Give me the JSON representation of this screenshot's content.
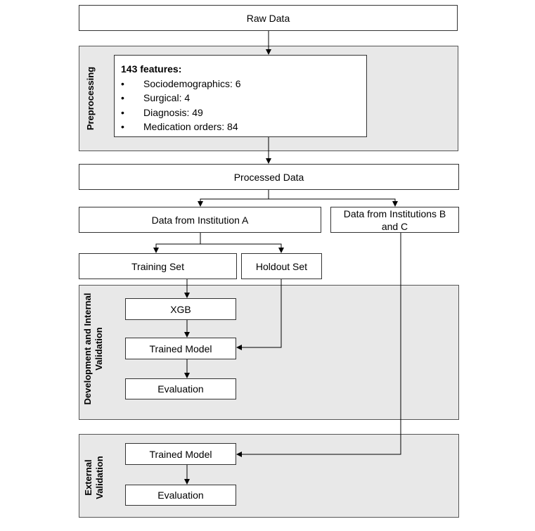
{
  "nodes": {
    "raw_data": "Raw Data",
    "processed_data": "Processed Data",
    "institution_a": "Data from Institution A",
    "institutions_bc": "Data from Institutions B and C",
    "training_set": "Training Set",
    "holdout_set": "Holdout Set",
    "xgb": "XGB",
    "trained_model_internal": "Trained Model",
    "evaluation_internal": "Evaluation",
    "trained_model_external": "Trained Model",
    "evaluation_external": "Evaluation"
  },
  "sections": {
    "preprocessing": "Preprocessing",
    "development": "Development and Internal Validation",
    "external": "External Validation"
  },
  "features": {
    "heading": "143 features:",
    "items": [
      "Sociodemographics: 6",
      "Surgical: 4",
      "Diagnosis: 49",
      "Medication orders: 84"
    ]
  }
}
